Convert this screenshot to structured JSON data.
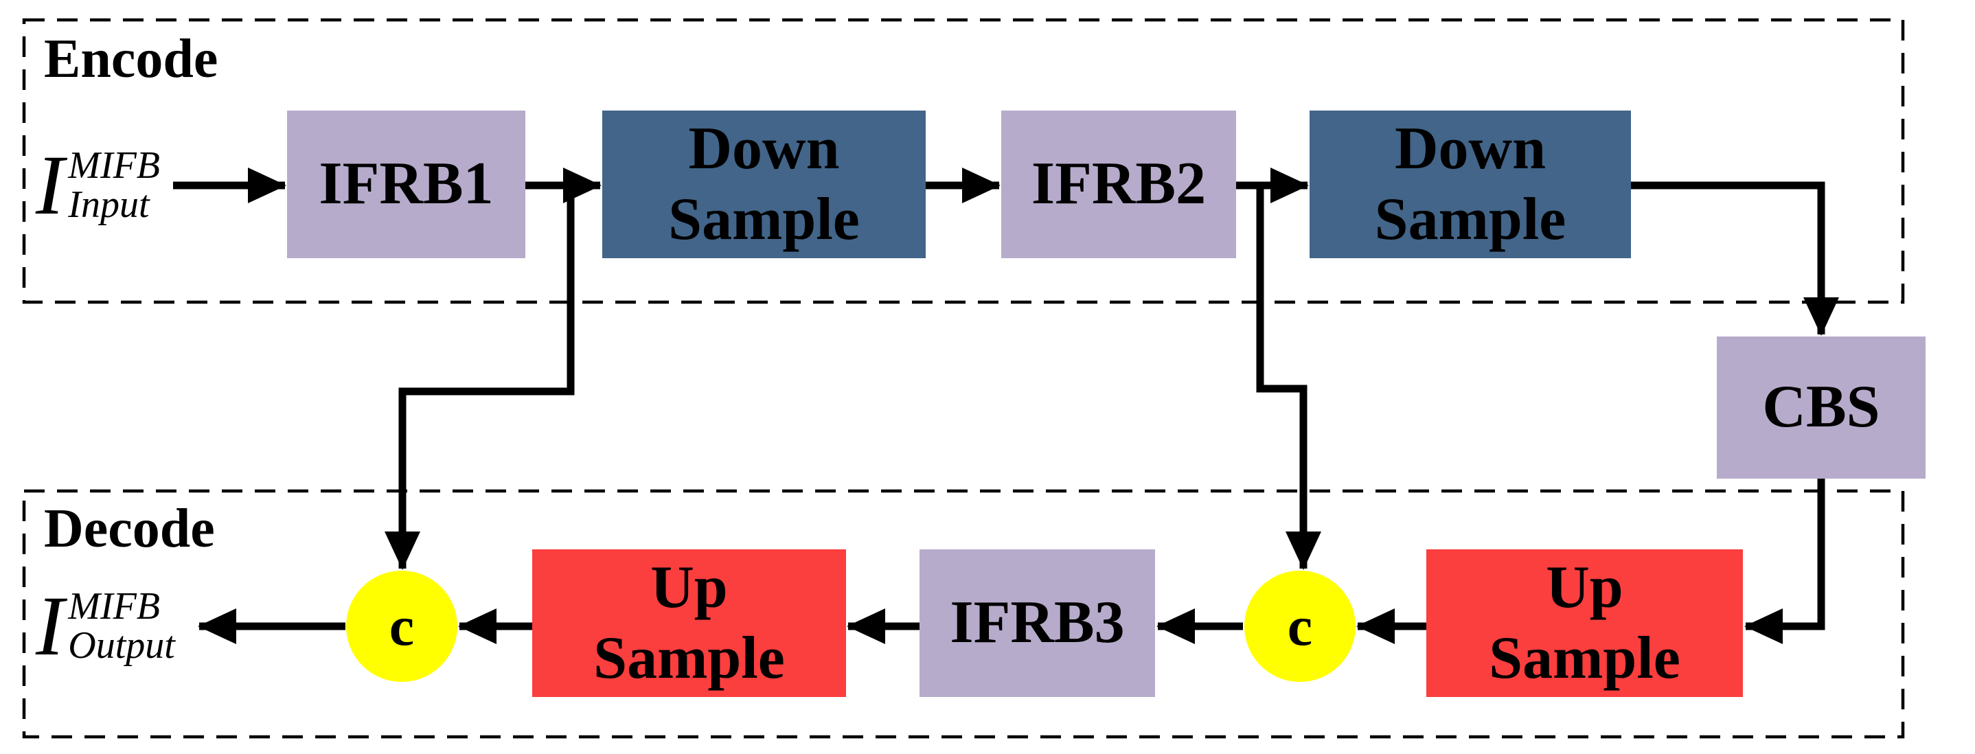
{
  "diagram": {
    "encode": {
      "title": "Encode",
      "input": {
        "base": "I",
        "superscript": "MIFB",
        "subscript": "Input"
      },
      "blocks": [
        {
          "label": "IFRB1"
        },
        {
          "label": "Down\nSample"
        },
        {
          "label": "IFRB2"
        },
        {
          "label": "Down\nSample"
        }
      ]
    },
    "cbs": {
      "label": "CBS"
    },
    "decode": {
      "title": "Decode",
      "output": {
        "base": "I",
        "superscript": "MIFB",
        "subscript": "Output"
      },
      "blocks": [
        {
          "label": "c"
        },
        {
          "label": "Up\nSample"
        },
        {
          "label": "IFRB3"
        },
        {
          "label": "c"
        },
        {
          "label": "Up\nSample"
        }
      ]
    },
    "colors": {
      "lavender": "#B7ABCB",
      "steel_blue": "#426589",
      "red": "#FB3E3E",
      "yellow": "#FFFF00",
      "line": "#000000",
      "background": "#FFFFFF"
    }
  }
}
